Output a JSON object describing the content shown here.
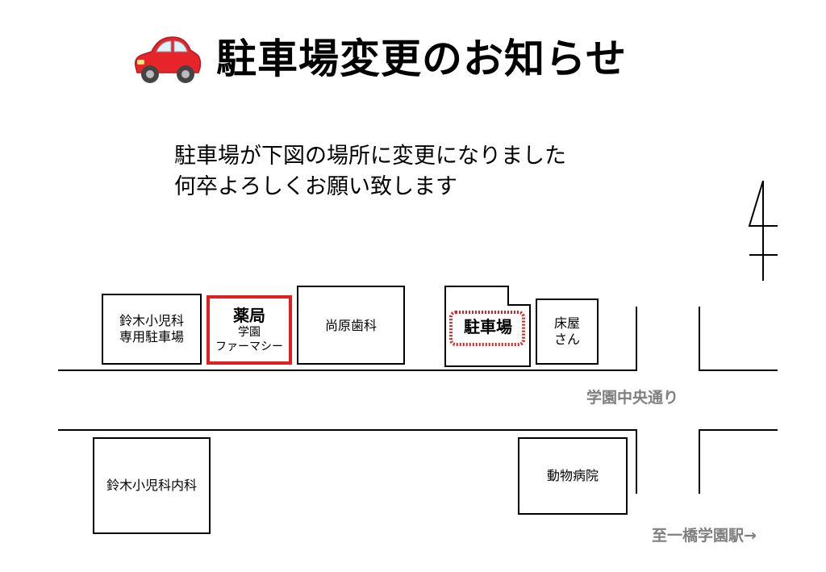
{
  "title": "駐車場変更のお知らせ",
  "message": {
    "line1": "駐車場が下図の場所に変更になりました",
    "line2": "何卒よろしくお願い致します"
  },
  "map": {
    "buildings": {
      "suzuki_parking": [
        "鈴木小児科",
        "専用駐車場"
      ],
      "pharmacy": {
        "name": "薬局",
        "sub1": "学園",
        "sub2": "ファーマシー"
      },
      "naohara_dental": "尚原歯科",
      "new_parking": "駐車場",
      "barber": [
        "床屋",
        "さん"
      ],
      "suzuki_clinic": "鈴木小児科内科",
      "animal_hospital": "動物病院"
    },
    "street_name": "学園中央通り",
    "station_direction": "至一橋学園駅→"
  },
  "colors": {
    "highlight": "#e02020",
    "street_label": "#808080",
    "car_body": "#e8242b"
  },
  "icons": [
    "car-icon",
    "north-arrow-icon"
  ]
}
